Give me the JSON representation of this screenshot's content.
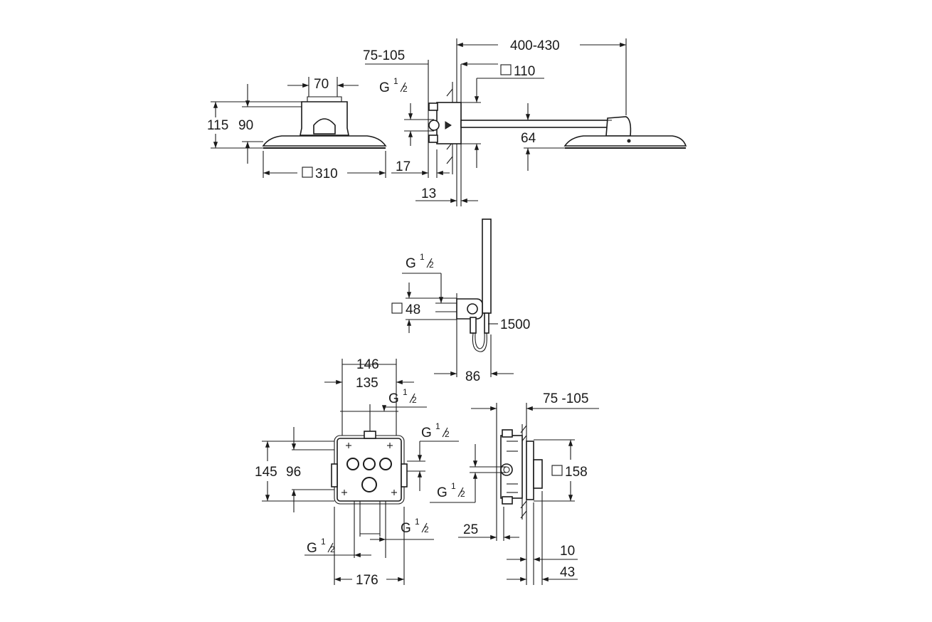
{
  "view_top": {
    "width_70": "70",
    "height_115": "115",
    "height_90": "90",
    "square_310": "310",
    "depth_75_105": "75-105",
    "length_400_430": "400-430",
    "square_110": "110",
    "thread_g": "G",
    "thread_num": "1",
    "thread_den": "2",
    "offset_17": "17",
    "offset_13": "13",
    "height_64": "64"
  },
  "view_middle": {
    "thread_g": "G",
    "thread_num": "1",
    "thread_den": "2",
    "square_48": "48",
    "hose_1500": "1500",
    "depth_86": "86"
  },
  "view_bottom": {
    "width_146": "146",
    "width_135": "135",
    "thread_top_g": "G",
    "thread_top_num": "1",
    "thread_top_den": "2",
    "thread_right_g": "G",
    "thread_right_num": "1",
    "thread_right_den": "2",
    "height_145": "145",
    "height_96": "96",
    "thread_bl_g": "G",
    "thread_bl_num": "1",
    "thread_bl_den": "2",
    "thread_br_g": "G",
    "thread_br_num": "1",
    "thread_br_den": "2",
    "width_176": "176",
    "depth_75_105": "75 -105",
    "square_158": "158",
    "thread_side_g": "G",
    "thread_side_num": "1",
    "thread_side_den": "2",
    "offset_25": "25",
    "offset_10": "10",
    "offset_43": "43"
  },
  "colors": {
    "line": "#1a1a1a",
    "background": "#ffffff"
  }
}
